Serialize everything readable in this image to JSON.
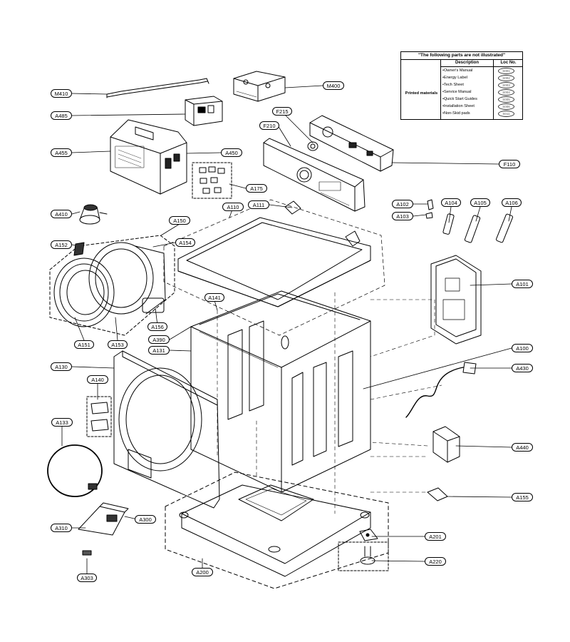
{
  "not_illustrated": {
    "title": "\"The following parts are not illustrated\"",
    "col_description": "Description",
    "col_loc": "Loc No.",
    "group": "Printed materials",
    "rows": [
      {
        "desc": "•Owner's Manual",
        "loc": "S001"
      },
      {
        "desc": "•Energy Label",
        "loc": "S002"
      },
      {
        "desc": "•Tech Sheet",
        "loc": "S003"
      },
      {
        "desc": "•Service Manual",
        "loc": "S004"
      },
      {
        "desc": "•Quick Start Guides",
        "loc": "S005"
      },
      {
        "desc": "•Installation Sheet",
        "loc": "S006"
      },
      {
        "desc": "•Non-Skid pads",
        "loc": "S011"
      }
    ]
  },
  "parts": {
    "M410": "M410",
    "A485": "A485",
    "A455": "A455",
    "A450": "A450",
    "A175": "A175",
    "M400": "M400",
    "F215": "F215",
    "F210": "F210",
    "F110": "F110",
    "A410": "A410",
    "A150": "A150",
    "A110": "A110",
    "A111": "A111",
    "A102": "A102",
    "A103": "A103",
    "A104": "A104",
    "A105": "A105",
    "A106": "A106",
    "A152": "A152",
    "A154": "A154",
    "A101": "A101",
    "A141": "A141",
    "A156": "A156",
    "A151": "A151",
    "A153": "A153",
    "A390": "A390",
    "A131": "A131",
    "A100": "A100",
    "A130": "A130",
    "A430": "A430",
    "A140": "A140",
    "A133": "A133",
    "A440": "A440",
    "A155": "A155",
    "A310": "A310",
    "A300": "A300",
    "A201": "A201",
    "A220": "A220",
    "A200": "A200",
    "A303": "A303"
  }
}
